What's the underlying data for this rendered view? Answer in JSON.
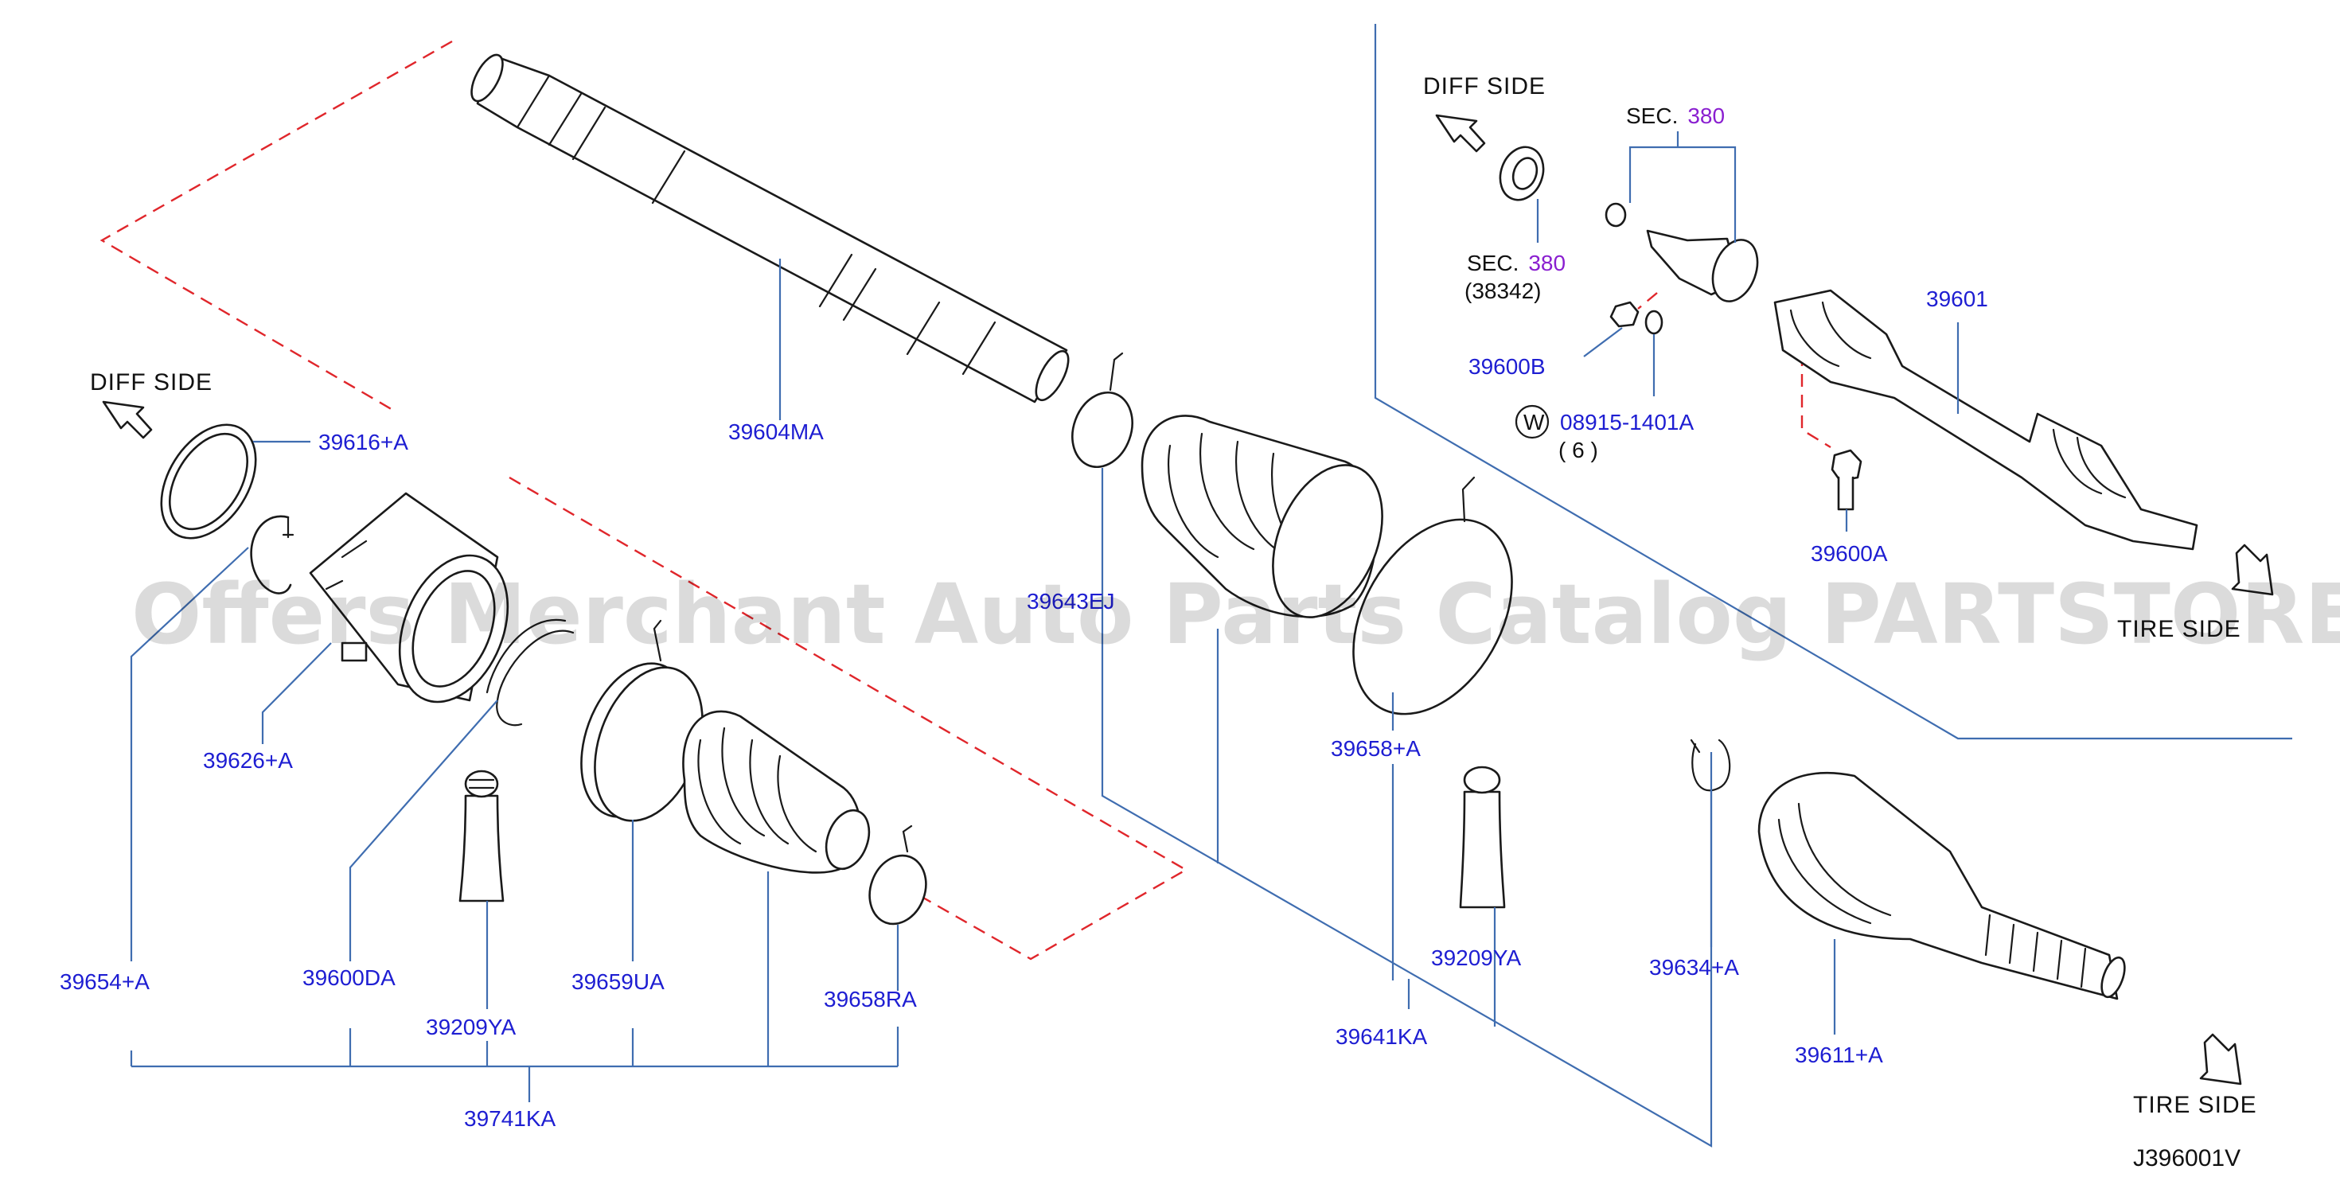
{
  "side_labels": {
    "diff_side": "DIFF   SIDE",
    "tire_side": "TIRE   SIDE"
  },
  "section_refs": {
    "sec_prefix": "SEC.",
    "sec_number": "380",
    "sub_ref": "(38342)"
  },
  "washer_symbol": "W",
  "part_labels": {
    "p39616A": "39616+A",
    "p39604MA": "39604MA",
    "p39626A": "39626+A",
    "p39654A": "39654+A",
    "p39600DA": "39600DA",
    "p39209YA_left": "39209YA",
    "p39659UA": "39659UA",
    "p39658RA": "39658RA",
    "p39741KA": "39741KA",
    "p39658A": "39658+A",
    "p39641KA": "39641KA",
    "p39209YA_right": "39209YA",
    "p39634A": "39634+A",
    "p39611A": "39611+A",
    "p39600B": "39600B",
    "p08915": "08915-1401A",
    "p08915_qty": "(   6   )",
    "p39601": "39601",
    "p39600A": "39600A",
    "p3964x": "3964‌3EJ"
  },
  "diagram_code": "J396001V",
  "watermark": "Offers Merchant Auto Parts Catalog PARTSTORE.SA",
  "colors": {
    "label_blue": "#1e1ed2",
    "section_purple": "#8a1fd0",
    "leader_blue": "#3f6db0",
    "dash_red": "#e0262b"
  }
}
